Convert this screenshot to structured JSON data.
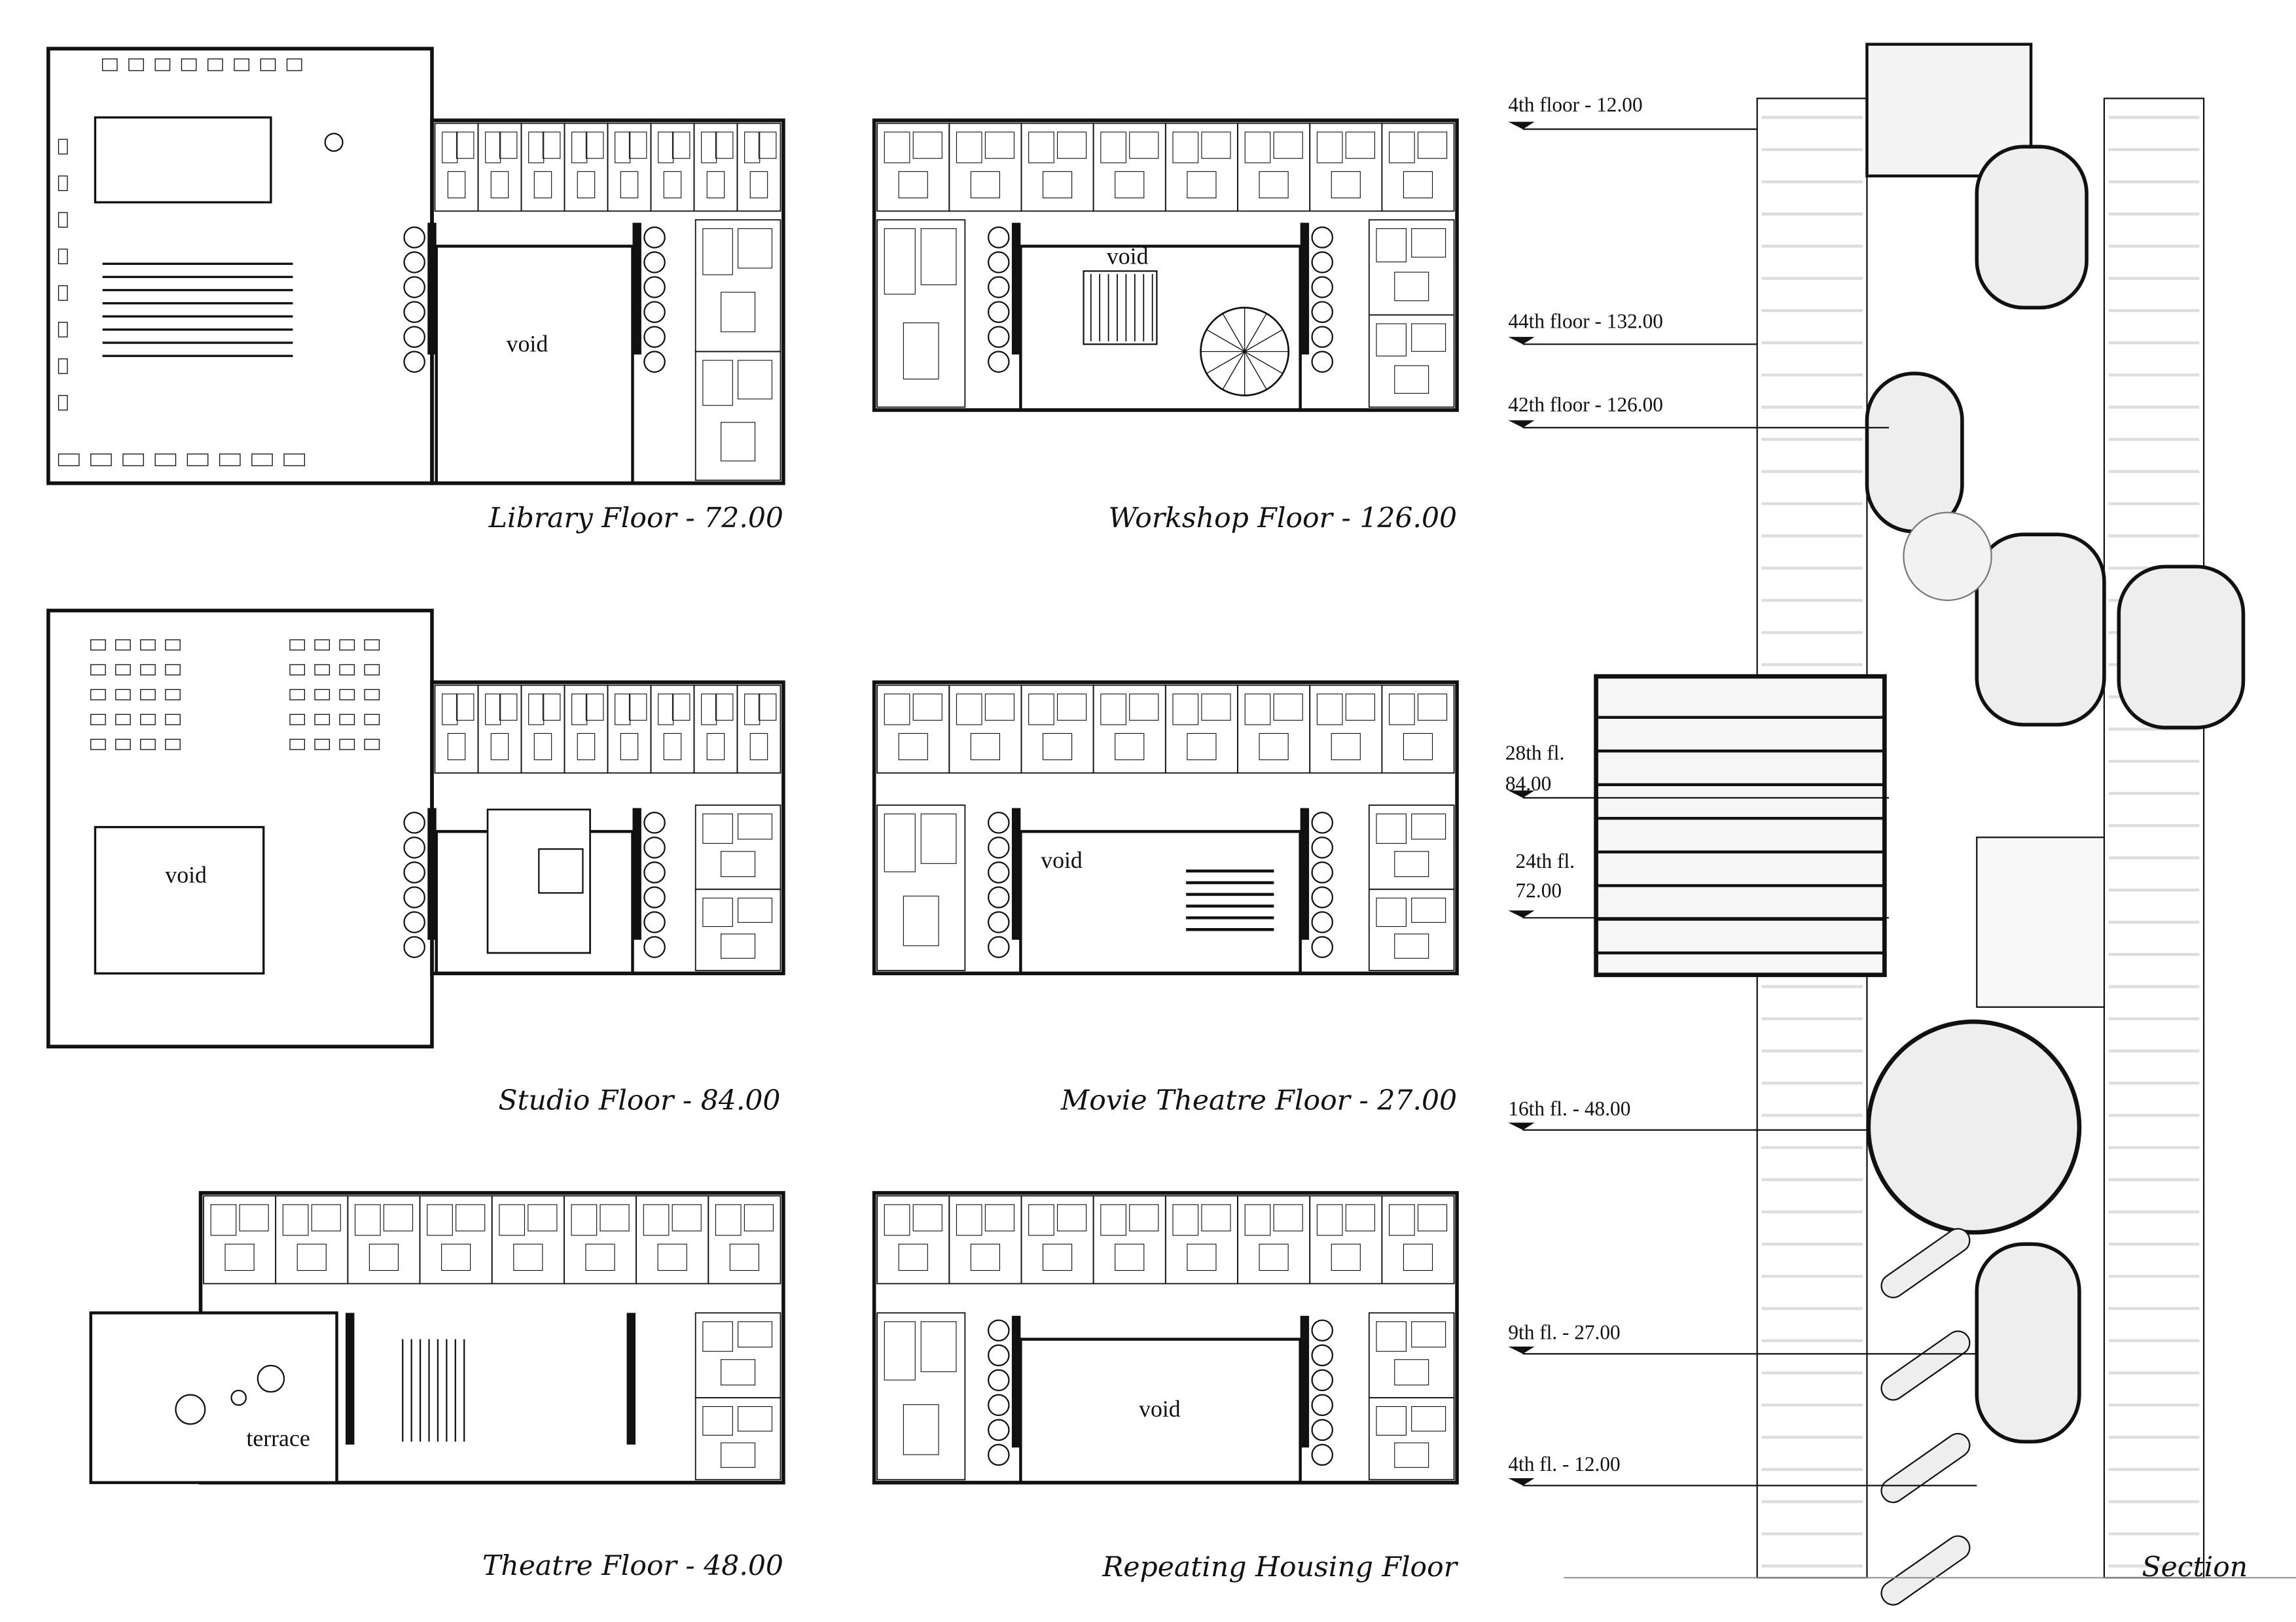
{
  "plans": {
    "library": {
      "caption": "Library Floor - 72.00",
      "void_label": "void"
    },
    "workshop": {
      "caption": "Workshop Floor - 126.00",
      "void_label": "void"
    },
    "studio": {
      "caption": "Studio Floor - 84.00",
      "void_label": "void"
    },
    "movie": {
      "caption": "Movie Theatre Floor - 27.00",
      "void_label": "void"
    },
    "theatre": {
      "caption": "Theatre Floor - 48.00",
      "terrace_label": "terrace"
    },
    "housing": {
      "caption": "Repeating Housing Floor",
      "void_label": "void"
    }
  },
  "section": {
    "caption": "Section",
    "levels": [
      {
        "label": "4th floor - 12.00"
      },
      {
        "label": "44th floor - 132.00"
      },
      {
        "label": "42th floor - 126.00"
      },
      {
        "label_line1": "28th fl.",
        "label_line2": "84.00"
      },
      {
        "label_line1": "24th fl.",
        "label_line2": "72.00"
      },
      {
        "label": "16th fl. - 48.00"
      },
      {
        "label": "9th fl. - 27.00"
      },
      {
        "label": "4th fl. - 12.00"
      }
    ]
  },
  "colors": {
    "ink": "#111111",
    "hatch": "#dddddd",
    "pod": "#eeeeee"
  }
}
